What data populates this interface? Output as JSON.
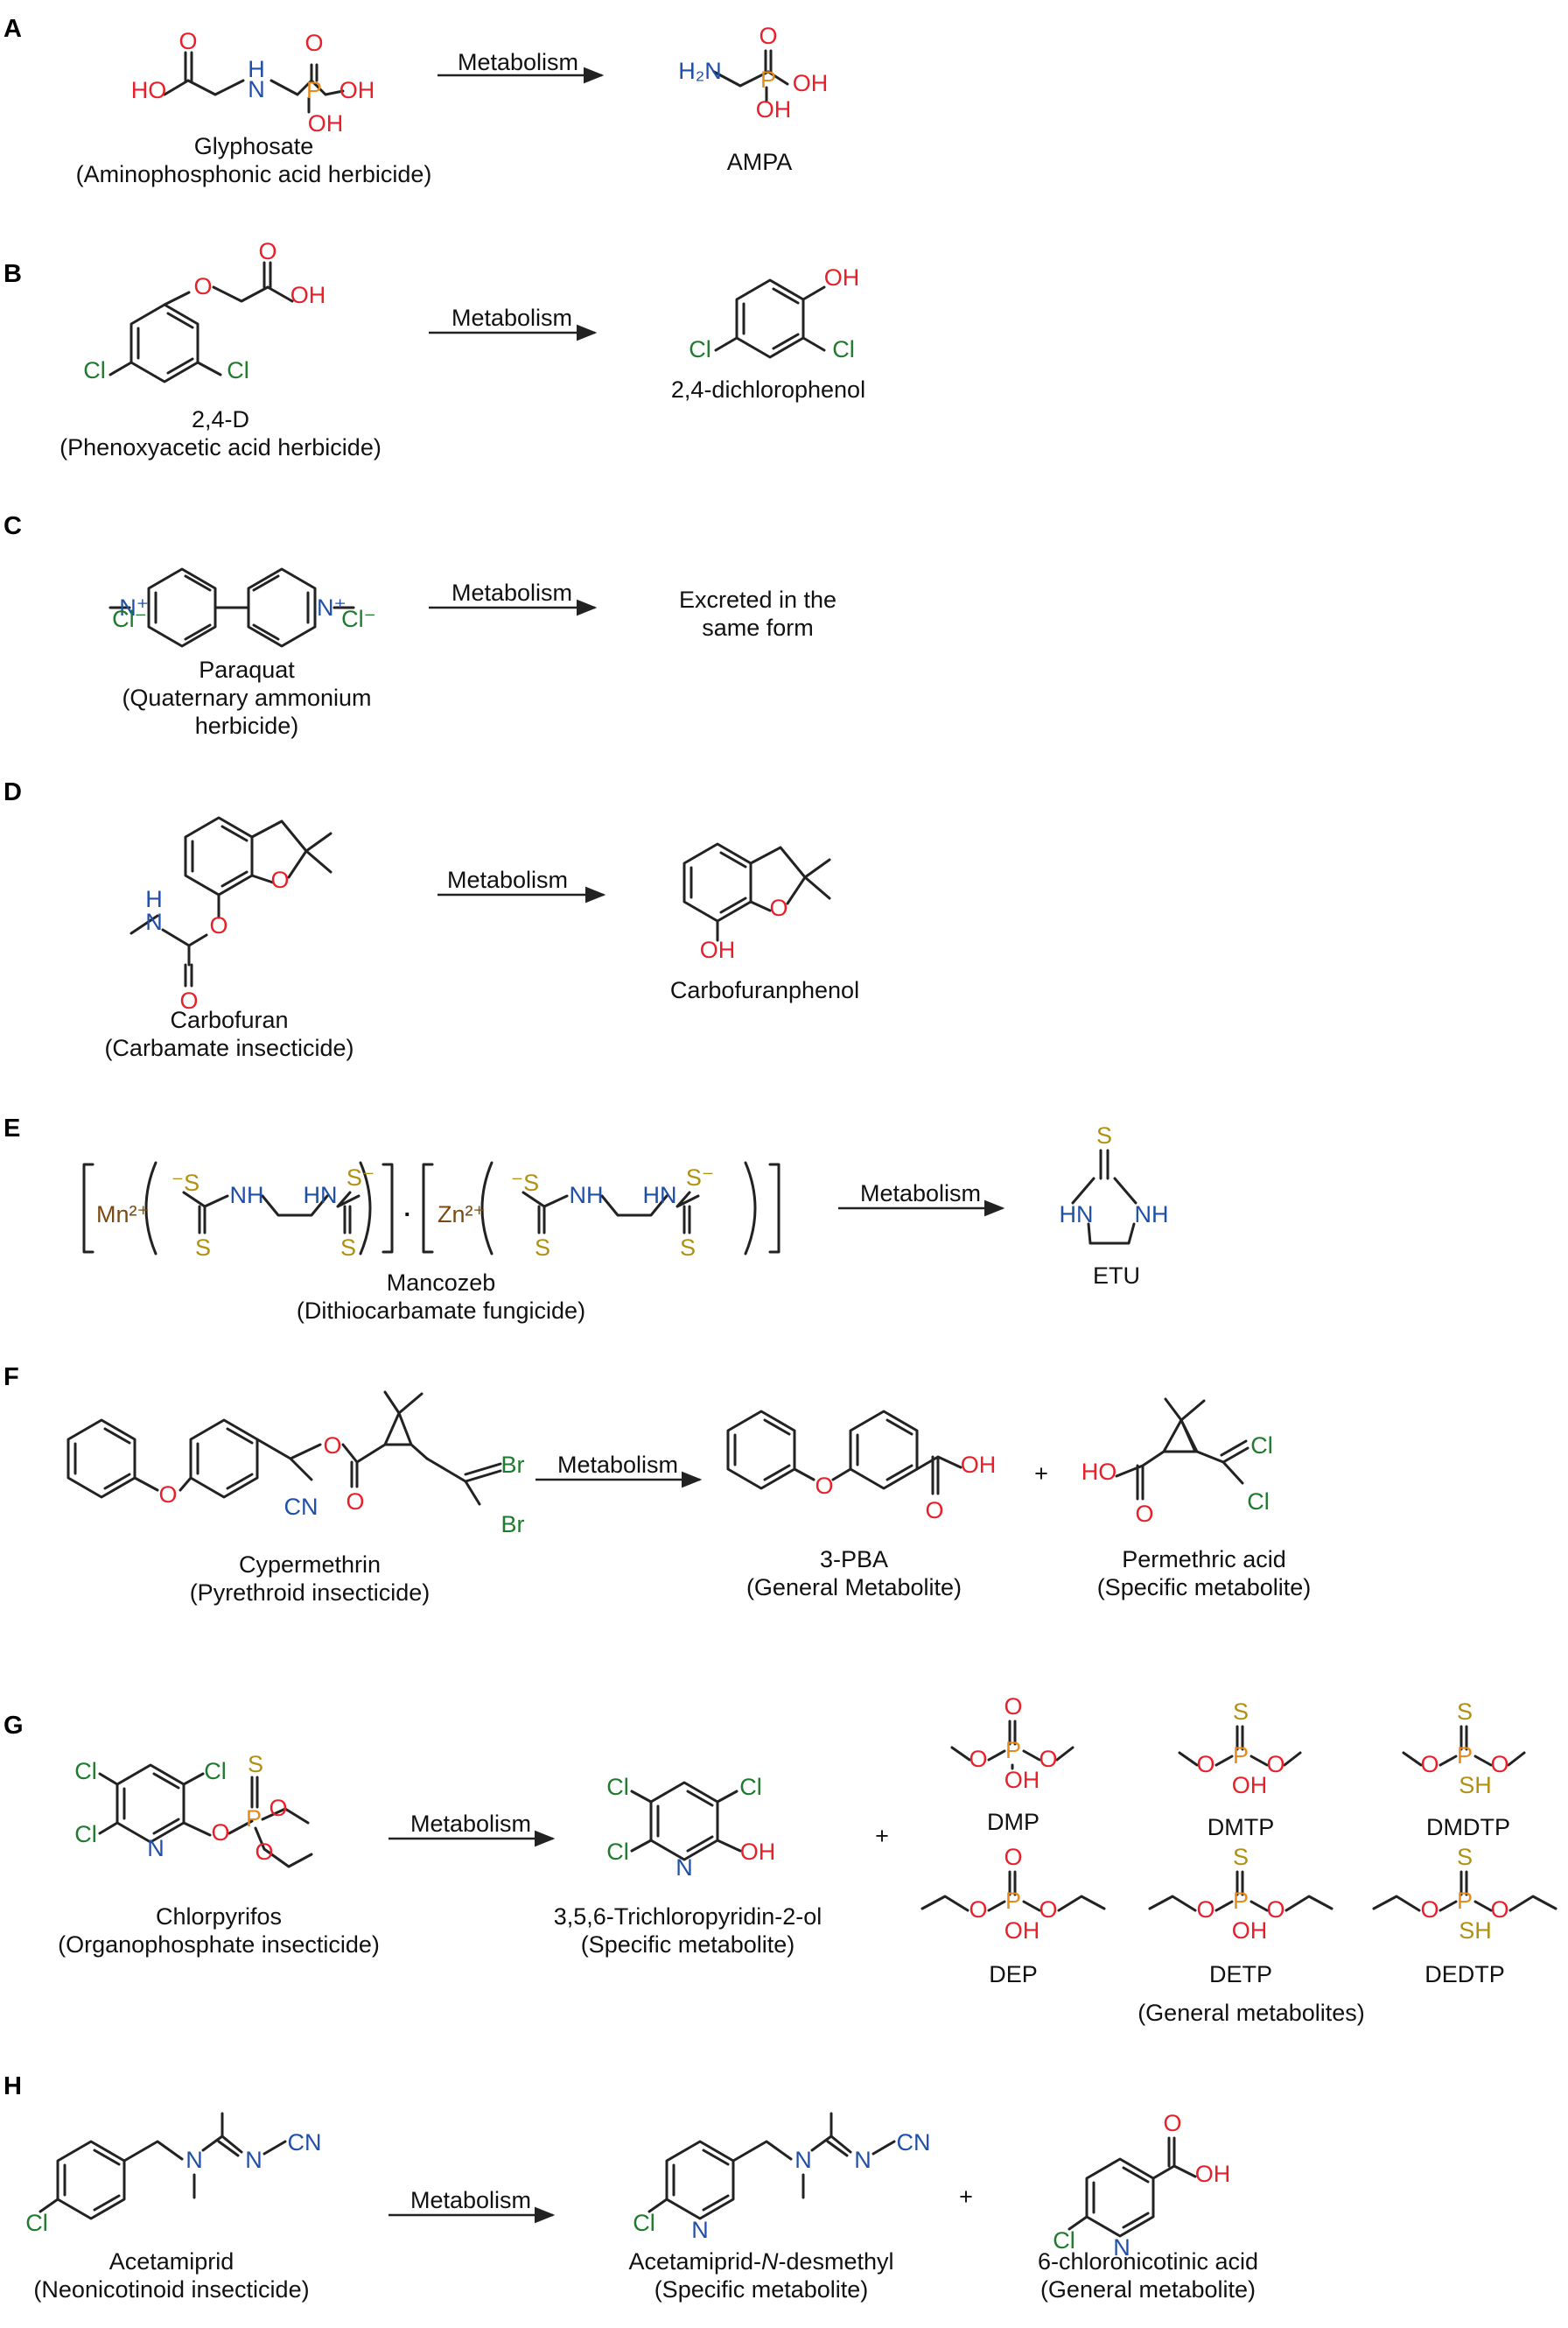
{
  "colors": {
    "oxygen": "#e8202a",
    "nitrogen": "#1f4fa8",
    "phosphorus": "#e88a1a",
    "chlorine": "#1e7a2c",
    "sulfur": "#b09112",
    "bromine": "#1e7a2c",
    "manganese": "#7a4a12",
    "zinc": "#7a4a12",
    "bond": "#222222"
  },
  "arrow_label": "Metabolism",
  "atoms": {
    "O": "O",
    "N": "N",
    "P": "P",
    "S": "S",
    "Cl": "Cl",
    "Br": "Br",
    "OH": "OH",
    "HO": "HO",
    "NH": "NH",
    "HN": "HN",
    "H": "H",
    "SH": "SH",
    "CN": "CN",
    "H2N": "H₂N",
    "Mn": "Mn²⁺",
    "Zn": "Zn²⁺",
    "Clminus": "Cl⁻",
    "Sminus": "⁻S",
    "Sminus_r": "S⁻",
    "Nplus": "N⁺",
    "plus": "+",
    "dot": "·"
  },
  "panels": [
    {
      "letter": "A",
      "parent": "Glyphosate",
      "parent_class": "(Aminophosphonic acid herbicide)",
      "metabolites": [
        "AMPA"
      ]
    },
    {
      "letter": "B",
      "parent": "2,4-D",
      "parent_class": "(Phenoxyacetic acid herbicide)",
      "metabolites": [
        "2,4-dichlorophenol"
      ]
    },
    {
      "letter": "C",
      "parent": "Paraquat",
      "parent_class_line1": "(Quaternary ammonium",
      "parent_class_line2": "herbicide)",
      "result_line1": "Excreted in the",
      "result_line2": "same form"
    },
    {
      "letter": "D",
      "parent": "Carbofuran",
      "parent_class": "(Carbamate insecticide)",
      "metabolites": [
        "Carbofuranphenol"
      ]
    },
    {
      "letter": "E",
      "parent": "Mancozeb",
      "parent_class": "(Dithiocarbamate fungicide)",
      "metabolites": [
        "ETU"
      ]
    },
    {
      "letter": "F",
      "parent": "Cypermethrin",
      "parent_class": "(Pyrethroid insecticide)",
      "metabolites": [
        {
          "name": "3-PBA",
          "note": "(General Metabolite)"
        },
        {
          "name": "Permethric acid",
          "note": "(Specific metabolite)"
        }
      ]
    },
    {
      "letter": "G",
      "parent": "Chlorpyrifos",
      "parent_class": "(Organophosphate insecticide)",
      "specific": {
        "name": "3,5,6-Trichloropyridin-2-ol",
        "note": "(Specific metabolite)"
      },
      "general": [
        "DMP",
        "DMTP",
        "DMDTP",
        "DEP",
        "DETP",
        "DEDTP"
      ],
      "general_note": "(General metabolites)"
    },
    {
      "letter": "H",
      "parent": "Acetamiprid",
      "parent_class": "(Neonicotinoid insecticide)",
      "metabolites": [
        {
          "name_prefix": "Acetamiprid-",
          "name_italic": "N",
          "name_suffix": "-desmethyl",
          "note": "(Specific metabolite)"
        },
        {
          "name": "6-chloronicotinic acid",
          "note": "(General metabolite)"
        }
      ]
    }
  ]
}
